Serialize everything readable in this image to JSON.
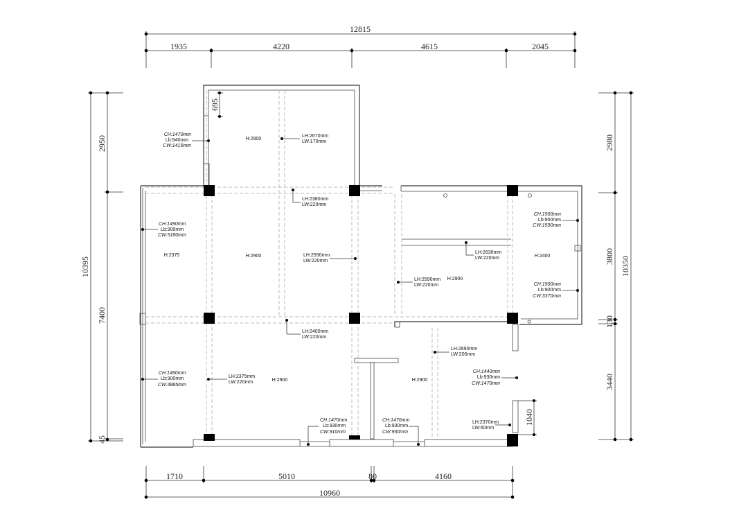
{
  "top_dims": {
    "overall": "12815",
    "segments": [
      "1935",
      "4220",
      "4615",
      "2045"
    ]
  },
  "bottom_dims": {
    "overall": "10960",
    "segments": [
      "1710",
      "5010",
      "80",
      "4160"
    ]
  },
  "left_dims": {
    "overall": "10395",
    "segments": [
      "2950",
      "7400",
      "45"
    ]
  },
  "right_dims": {
    "overall": "10350",
    "segments": [
      "2980",
      "3800",
      "130",
      "3440"
    ]
  },
  "local_dims": {
    "top_opening": "695",
    "right_opening": "1040"
  },
  "room_heights": {
    "top_left": "H:2900",
    "left_band": "H:2375",
    "mid_left": "H:2900",
    "right_upper_room": "H:2900",
    "right_far": "H:2400",
    "bottom_left": "H:2900",
    "bottom_mid": "H:2900"
  },
  "beams": [
    {
      "lh": "LH:2670mm",
      "lw": "LW:170mm"
    },
    {
      "lh": "LH:2380mm",
      "lw": "LW:220mm"
    },
    {
      "lh": "LH:2590mm",
      "lw": "LW:220mm"
    },
    {
      "lh": "LH:2630mm",
      "lw": "LW:220mm"
    },
    {
      "lh": "LH:2590mm",
      "lw": "LW:220mm"
    },
    {
      "lh": "LH:2400mm",
      "lw": "LW:220mm"
    },
    {
      "lh": "LH:2690mm",
      "lw": "LW:200mm"
    },
    {
      "lh": "LH:2375mm",
      "lw": "LW:220mm"
    },
    {
      "lh": "LH:2370mm",
      "lw": "LW:60mm"
    }
  ],
  "windows": [
    {
      "ch": "CH:1470mm",
      "lb": "Lb:940mm",
      "cw": "CW:1415mm"
    },
    {
      "ch": "CH:1490mm",
      "lb": "Lb:900mm",
      "cw": "CW:5180mm"
    },
    {
      "ch": "CH:1500mm",
      "lb": "Lb:900mm",
      "cw": "CW:1590mm"
    },
    {
      "ch": "CH:1500mm",
      "lb": "Lb:900mm",
      "cw": "CW:3370mm"
    },
    {
      "ch": "CH:1490mm",
      "lb": "Lb:900mm",
      "cw": "CW:4885mm"
    },
    {
      "ch": "CH:1440mm",
      "lb": "Lb:930mm",
      "cw": "CW:1470mm"
    },
    {
      "ch": "CH:1470mm",
      "lb": "Lb:930mm",
      "cw": "CW:910mm"
    },
    {
      "ch": "CH:1470mm",
      "lb": "Lb:930mm",
      "cw": "CW:930mm"
    }
  ]
}
